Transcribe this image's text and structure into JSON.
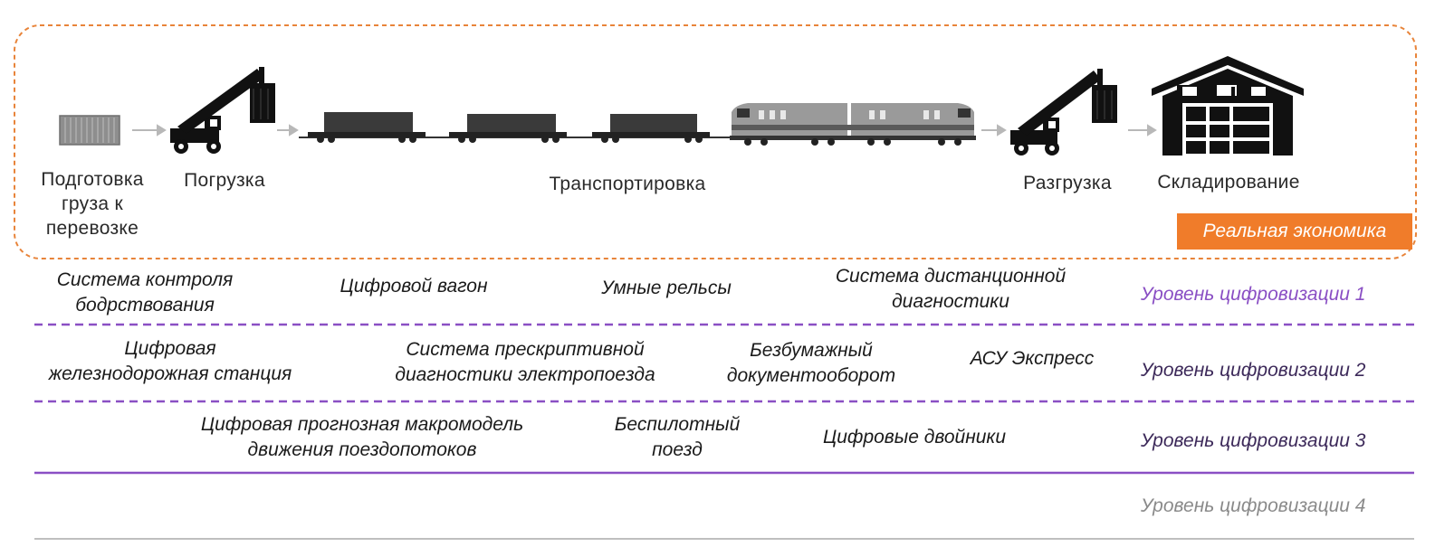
{
  "colors": {
    "frame": "#e8843a",
    "badge": "#f07c2a",
    "level_accent": "#8a4fc4",
    "level_dark": "#3d2a5a",
    "level_muted": "#8a8a8a",
    "divider": "#8a4fc4",
    "divider_last": "#bfbfbf"
  },
  "process_stages": [
    {
      "name": "Подготовка\nгруза к\nперевозке",
      "icon": "container-icon"
    },
    {
      "name": "Погрузка",
      "icon": "reach-stacker-icon"
    },
    {
      "name": "Транспортировка",
      "icon": "freight-train-icon"
    },
    {
      "name": "Разгрузка",
      "icon": "reach-stacker-icon"
    },
    {
      "name": "Складирование",
      "icon": "warehouse-icon"
    }
  ],
  "badge": {
    "label": "Реальная экономика"
  },
  "levels": [
    {
      "label": "Уровень цифровизации 1",
      "items": [
        "Система контроля\nбодрствования",
        "Цифровой вагон",
        "Умные рельсы",
        "Система дистанционной\nдиагностики"
      ]
    },
    {
      "label": "Уровень цифровизации 2",
      "items": [
        "Цифровая\nжелезнодорожная станция",
        "Система прескриптивной\nдиагностики электропоезда",
        "Безбумажный\nдокументооборот",
        "АСУ Экспресс"
      ]
    },
    {
      "label": "Уровень цифровизации 3",
      "items": [
        "Цифровая прогнозная макромодель\nдвижения поездопотоков",
        "Беспилотный\nпоезд",
        "Цифровые двойники"
      ]
    },
    {
      "label": "Уровень цифровизации 4",
      "items": []
    }
  ]
}
